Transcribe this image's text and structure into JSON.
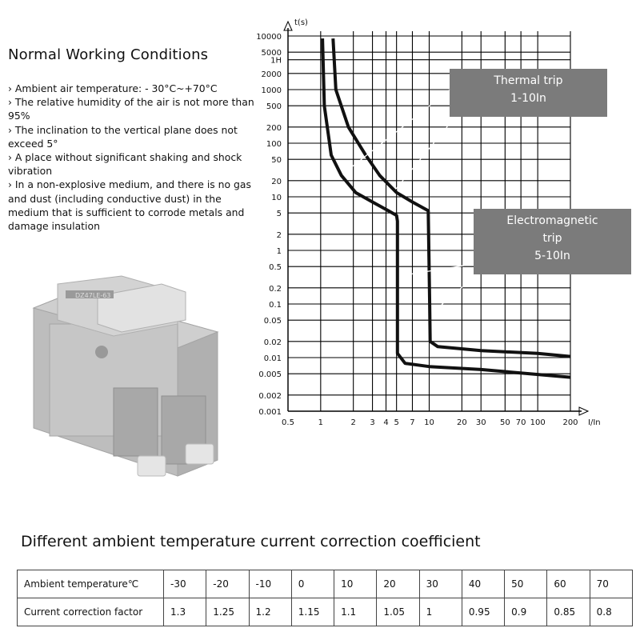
{
  "conditions": {
    "title": "Normal Working Conditions",
    "items": [
      "› Ambient air temperature: - 30°C~+70°C",
      "› The relative humidity of the air is not more than 95%",
      "› The inclination to the vertical plane does not exceed 5°",
      "› A place without significant shaking and shock vibration",
      "› In a non-explosive medium, and there is no gas and dust (including conductive dust) in the medium that is sufficient to corrode metals and damage insulation"
    ]
  },
  "breaker_image": {
    "label": "DZ47LE-63"
  },
  "chart_data": {
    "type": "line",
    "title": "",
    "xlabel": "I/In",
    "ylabel": "t(s)",
    "xscale": "log",
    "yscale": "log",
    "xlim": [
      0.5,
      200
    ],
    "ylim": [
      0.001,
      10000
    ],
    "x_ticks": [
      "0.5",
      "1",
      "2",
      "3",
      "4",
      "5",
      "7",
      "10",
      "20",
      "30",
      "50",
      "70",
      "100",
      "200"
    ],
    "y_ticks": [
      "10000",
      "5000",
      "1H",
      "2000",
      "1000",
      "500",
      "200",
      "100",
      "50",
      "20",
      "10",
      "5",
      "2",
      "1",
      "0.5",
      "0.2",
      "0.1",
      "0.05",
      "0.02",
      "0.01",
      "0.005",
      "0.002",
      "0.001"
    ],
    "series": [
      {
        "name": "",
        "points": [
          [
            1.04,
            9000
          ],
          [
            1.08,
            500
          ],
          [
            1.25,
            60
          ],
          [
            1.55,
            25
          ],
          [
            2.1,
            12
          ],
          [
            3,
            8
          ],
          [
            4.2,
            5.5
          ],
          [
            5,
            4.5
          ],
          [
            5.1,
            3.5
          ],
          [
            5.1,
            0.012
          ],
          [
            6,
            0.0078
          ],
          [
            10,
            0.0068
          ],
          [
            30,
            0.006
          ],
          [
            200,
            0.0043
          ]
        ]
      },
      {
        "name": "",
        "points": [
          [
            1.3,
            9000
          ],
          [
            1.38,
            1000
          ],
          [
            1.8,
            200
          ],
          [
            2.6,
            60
          ],
          [
            3.5,
            25
          ],
          [
            5,
            12
          ],
          [
            7,
            8
          ],
          [
            9.8,
            5.5
          ],
          [
            10.1,
            0.1
          ],
          [
            10.2,
            0.02
          ],
          [
            12,
            0.016
          ],
          [
            30,
            0.0135
          ],
          [
            100,
            0.012
          ],
          [
            200,
            0.0105
          ]
        ]
      }
    ],
    "annotations": [
      {
        "text_lines": [
          "Thermal trip",
          "1-10In"
        ]
      },
      {
        "text_lines": [
          "Electromagnetic",
          "trip",
          "5-10In"
        ]
      }
    ]
  },
  "correction": {
    "title": "Different ambient temperature current correction coefficient",
    "row1_label": "Ambient temperature℃",
    "row2_label": "Current correction factor",
    "temperatures": [
      "-30",
      "-20",
      "-10",
      "0",
      "10",
      "20",
      "30",
      "40",
      "50",
      "60",
      "70"
    ],
    "factors": [
      "1.3",
      "1.25",
      "1.2",
      "1.15",
      "1.1",
      "1.05",
      "1",
      "0.95",
      "0.9",
      "0.85",
      "0.8"
    ]
  }
}
